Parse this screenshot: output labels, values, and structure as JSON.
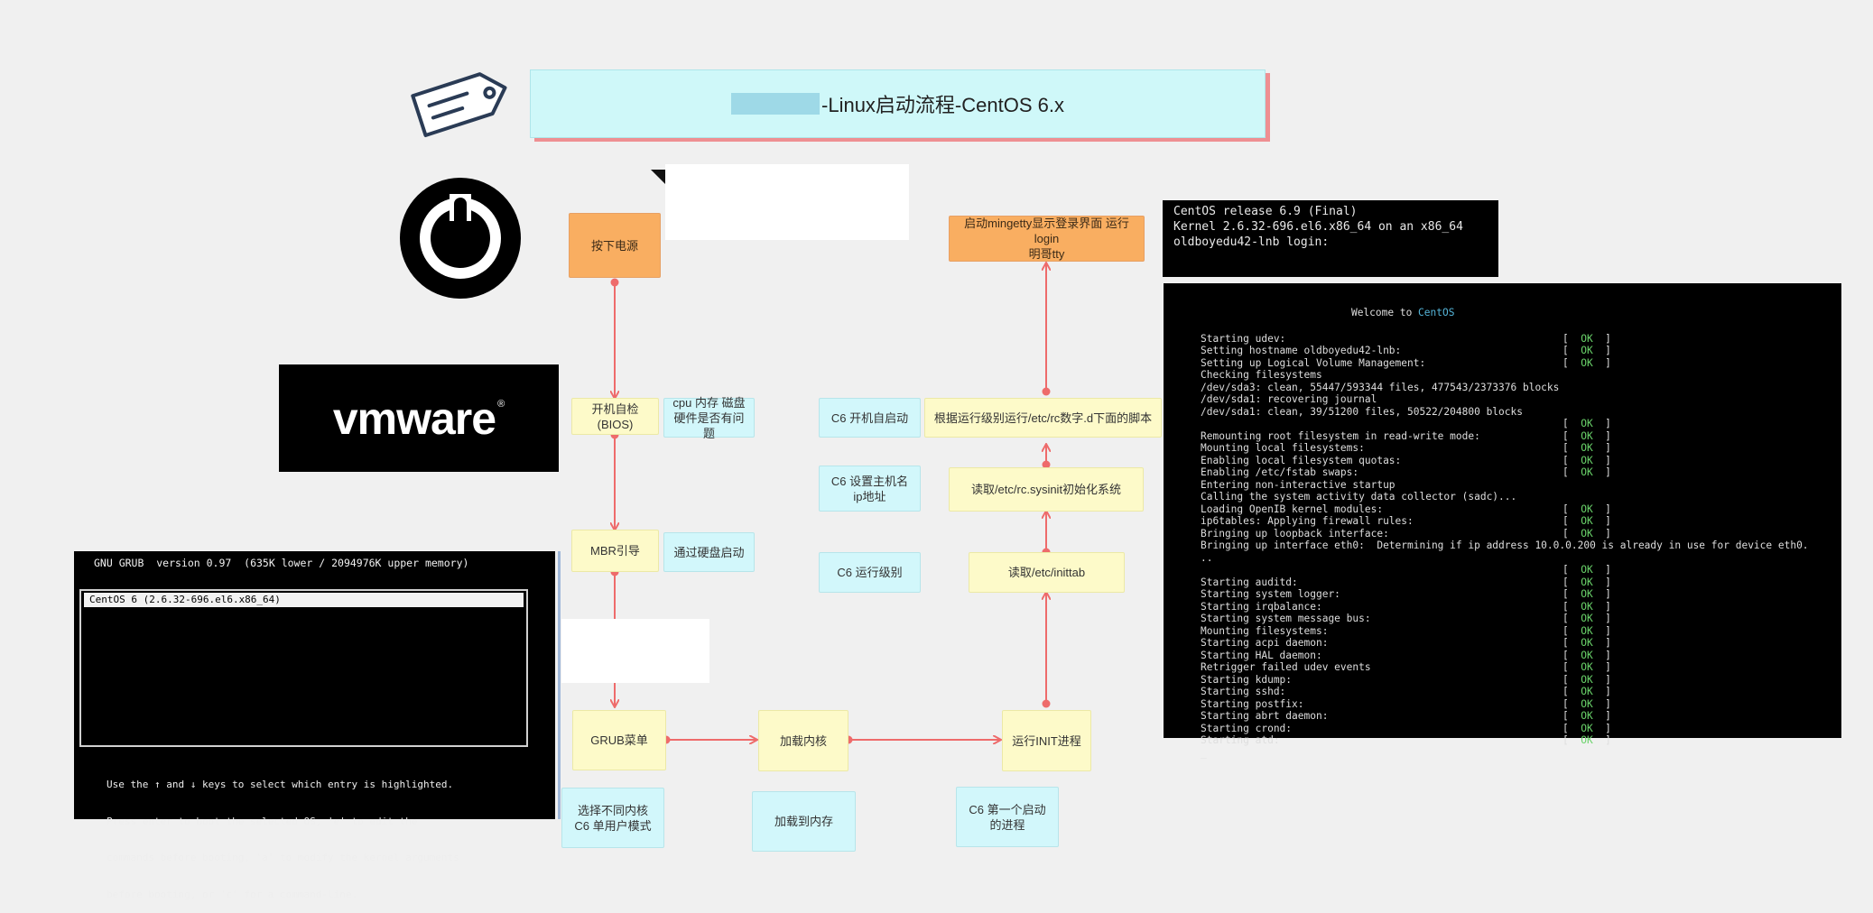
{
  "title": {
    "prefix_masked": "",
    "text": "-Linux启动流程-CentOS 6.x"
  },
  "logos": {
    "vmware": "vmware",
    "tag_icon": "tag-icon",
    "power_icon": "power-icon"
  },
  "colors": {
    "orange": "#f9ae61",
    "yellow": "#fdfac9",
    "blue": "#d2f7fb",
    "arrow": "#ee6b6b",
    "title_bg": "#cff8f9"
  },
  "nodes": {
    "power_on": "按下电源",
    "post": "开机自检\n(BIOS)",
    "mbr": "MBR引导",
    "grub": "GRUB菜单",
    "load_kernel": "加载内核",
    "run_init": "运行INIT进程",
    "read_inittab": "读取/etc/inittab",
    "read_sysinit": "读取/etc/rc.sysinit初始化系统",
    "run_rc_scripts": "根据运行级别运行/etc/rc数字.d下面的脚本",
    "mingetty": "启动mingetty显示登录界面 运行login\n明哥tty"
  },
  "notes": {
    "post_check": "cpu 内存 磁盘 硬件是否有问题",
    "mbr_note": "通过硬盘启动",
    "grub_note": "选择不同内核\nC6 单用户模式",
    "kernel_note": "加载到内存",
    "init_note": "C6 第一个启动\n的进程",
    "c6_boot": "C6 开机自启动",
    "c6_hostname": "C6 设置主机名\nip地址",
    "c6_runlevel": "C6 运行级别"
  },
  "grub_screen": {
    "header": "GNU GRUB  version 0.97  (635K lower / 2094976K upper memory)",
    "selected_entry": "CentOS 6 (2.6.32-696.el6.x86_64)",
    "help": [
      "Use the ↑ and ↓ keys to select which entry is highlighted.",
      "Press enter to boot the selected OS, 'e' to edit the",
      "commands before booting, 'a' to modify the kernel arguments",
      "before booting, or 'c' for a command-line."
    ]
  },
  "login_screen": {
    "lines": [
      "CentOS release 6.9 (Final)",
      "Kernel 2.6.32-696.el6.x86_64 on an x86_64",
      "",
      "oldboyedu42-lnb login:"
    ]
  },
  "boot_log": {
    "welcome_prefix": "Welcome to ",
    "welcome_brand": "CentOS",
    "ok_text": "OK",
    "lines": [
      {
        "text": "Starting udev:",
        "ok": true
      },
      {
        "text": "Setting hostname oldboyedu42-lnb:",
        "ok": true
      },
      {
        "text": "Setting up Logical Volume Management:",
        "ok": true
      },
      {
        "text": "Checking filesystems",
        "ok": false
      },
      {
        "text": "/dev/sda3: clean, 55447/593344 files, 477543/2373376 blocks",
        "ok": false
      },
      {
        "text": "/dev/sda1: recovering journal",
        "ok": false
      },
      {
        "text": "/dev/sda1: clean, 39/51200 files, 50522/204800 blocks",
        "ok": false
      },
      {
        "text": "",
        "ok": true
      },
      {
        "text": "Remounting root filesystem in read-write mode:",
        "ok": true
      },
      {
        "text": "Mounting local filesystems:",
        "ok": true
      },
      {
        "text": "Enabling local filesystem quotas:",
        "ok": true
      },
      {
        "text": "Enabling /etc/fstab swaps:",
        "ok": true
      },
      {
        "text": "Entering non-interactive startup",
        "ok": false
      },
      {
        "text": "Calling the system activity data collector (sadc)...",
        "ok": false
      },
      {
        "text": "Loading OpenIB kernel modules:",
        "ok": true
      },
      {
        "text": "ip6tables: Applying firewall rules:",
        "ok": true
      },
      {
        "text": "Bringing up loopback interface:",
        "ok": true
      },
      {
        "text": "Bringing up interface eth0:  Determining if ip address 10.0.0.200 is already in use for device eth0.",
        "ok": false
      },
      {
        "text": "..",
        "ok": false
      },
      {
        "text": "",
        "ok": true
      },
      {
        "text": "Starting auditd:",
        "ok": true
      },
      {
        "text": "Starting system logger:",
        "ok": true
      },
      {
        "text": "Starting irqbalance:",
        "ok": true
      },
      {
        "text": "Starting system message bus:",
        "ok": true
      },
      {
        "text": "Mounting filesystems:",
        "ok": true
      },
      {
        "text": "Starting acpi daemon:",
        "ok": true
      },
      {
        "text": "Starting HAL daemon:",
        "ok": true
      },
      {
        "text": "Retrigger failed udev events",
        "ok": true
      },
      {
        "text": "Starting kdump:",
        "ok": true
      },
      {
        "text": "Starting sshd:",
        "ok": true
      },
      {
        "text": "Starting postfix:",
        "ok": true
      },
      {
        "text": "Starting abrt daemon:",
        "ok": true
      },
      {
        "text": "Starting crond:",
        "ok": true
      },
      {
        "text": "Starting atd:",
        "ok": true
      },
      {
        "text": "_",
        "ok": false
      }
    ]
  }
}
